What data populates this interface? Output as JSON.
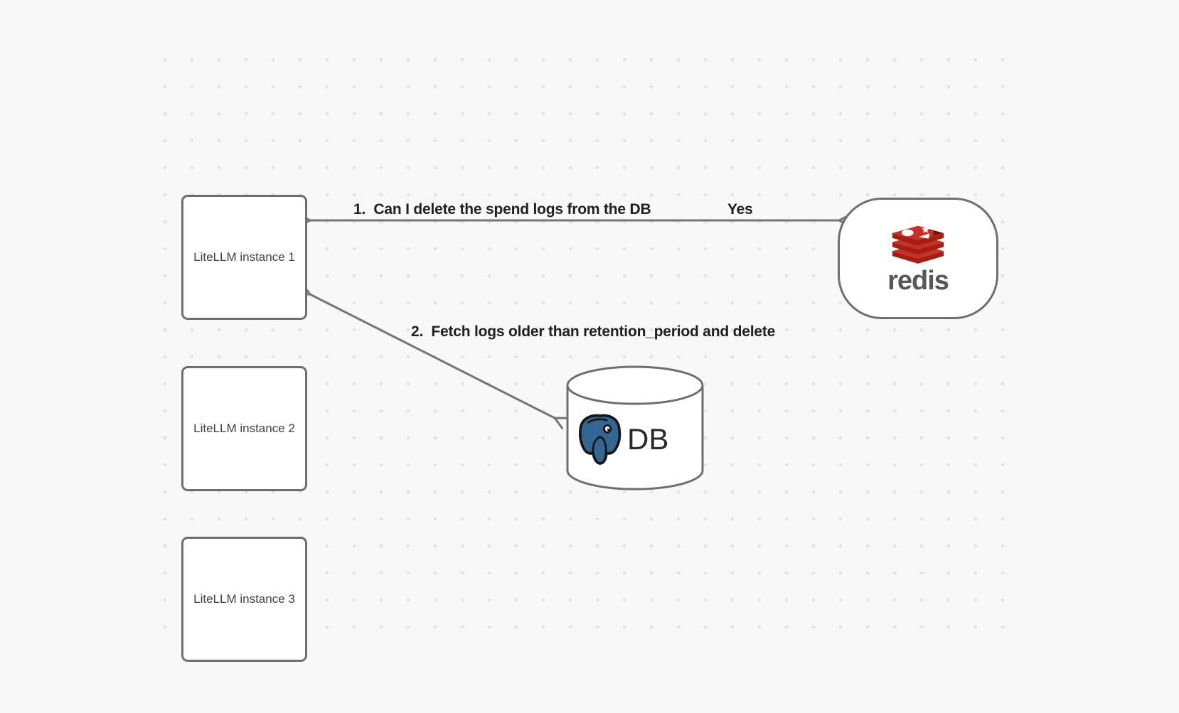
{
  "canvas": {
    "background_color": "#f8f8f8",
    "dot_color": "#e3e3e3"
  },
  "nodes": {
    "litellm_instances": [
      {
        "label": "LiteLLM instance 1"
      },
      {
        "label": "LiteLLM instance 2"
      },
      {
        "label": "LiteLLM instance 3"
      }
    ],
    "redis": {
      "label": "redis",
      "icon": "redis-stack-icon",
      "brand_red": "#c6302b",
      "brand_red_dark": "#a41e11",
      "wordmark_color": "#56575b"
    },
    "db": {
      "label": "DB",
      "icon": "postgresql-elephant-icon",
      "postgres_blue": "#336791"
    }
  },
  "arrows": [
    {
      "label": "1.  Can I delete the spend logs from the DB",
      "answer": "Yes",
      "from": "redis",
      "to": "LiteLLM instance 1",
      "style": "double-headed"
    },
    {
      "label": "2.  Fetch logs older than retention_period and delete",
      "from": "LiteLLM instance 1",
      "to": "DB",
      "style": "double-headed"
    }
  ],
  "colors": {
    "shape_stroke": "#6e6e6e",
    "arrow_stroke": "#757575",
    "label_text": "#1f1f1f",
    "node_text": "#3f3f3f"
  }
}
